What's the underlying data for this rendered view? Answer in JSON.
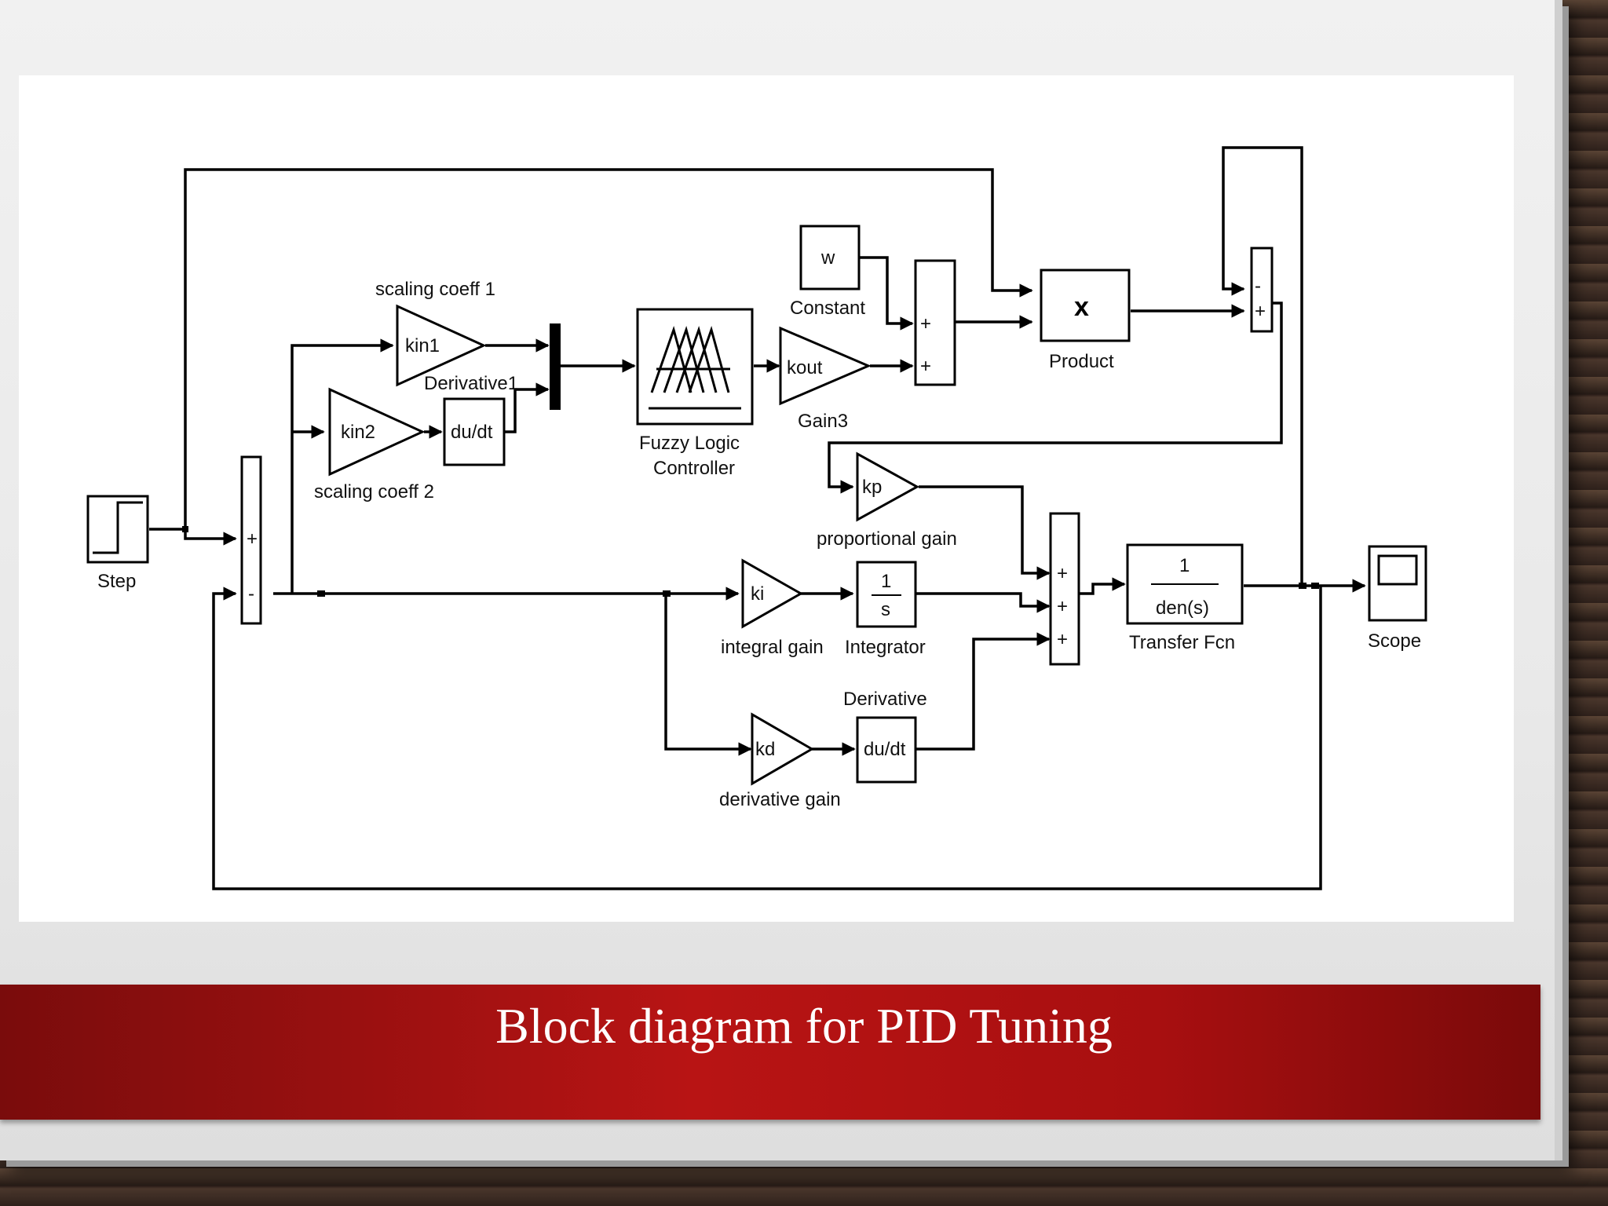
{
  "title": "Block diagram for PID Tuning",
  "diagram": {
    "step": "Step",
    "scaling_coeff_1": "scaling coeff 1",
    "kin1": "kin1",
    "derivative1": "Derivative1",
    "kin2": "kin2",
    "dudt": "du/dt",
    "scaling_coeff_2": "scaling coeff 2",
    "fuzzy_line1": "Fuzzy Logic",
    "fuzzy_line2": "Controller",
    "w": "w",
    "constant": "Constant",
    "kout": "kout",
    "gain3": "Gain3",
    "product_symbol": "x",
    "product": "Product",
    "kp": "kp",
    "proportional_gain": "proportional gain",
    "ki": "ki",
    "integral_gain": "integral gain",
    "integ_num": "1",
    "integ_den": "s",
    "integrator": "Integrator",
    "derivative": "Derivative",
    "dudt2": "du/dt",
    "kd": "kd",
    "derivative_gain": "derivative gain",
    "tf_num": "1",
    "tf_den": "den(s)",
    "transfer_fcn": "Transfer Fcn",
    "scope": "Scope",
    "plus": "+",
    "minus": "-"
  },
  "colors": {
    "banner": "#b81414",
    "panel": "#ffffff",
    "slide": "#ececec"
  }
}
